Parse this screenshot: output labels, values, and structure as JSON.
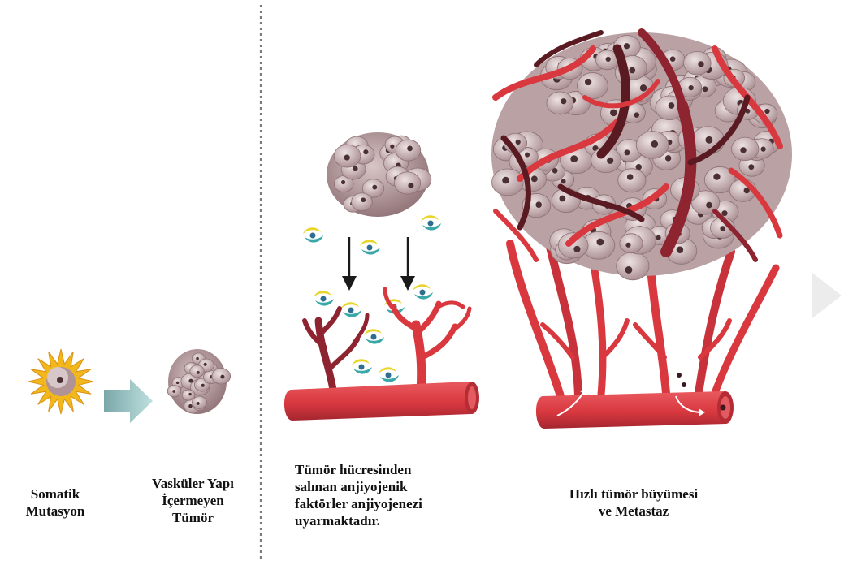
{
  "captions": {
    "somatic": [
      "Somatik",
      "Mutasyon"
    ],
    "avascular": [
      "Vasküler Yapı",
      "İçermeyen",
      "Tümör"
    ],
    "angiogenic": [
      "Tümör hücresinden",
      "salınan anjiyojenik",
      "faktörler anjiyojenezi",
      "uyarmaktadır."
    ],
    "growth": [
      "Hızlı tümör büyümesi",
      "ve Metastaz"
    ]
  },
  "colors": {
    "vessel": "#d9383f",
    "vessel_dark": "#8e2430",
    "vessel_maroon": "#5a1a22",
    "cell_fill": "#c9b4b6",
    "cell_edge": "#8c7275",
    "nucleus": "#4a3032",
    "star": "#f2b71a",
    "arrow": "#8fb9b9",
    "factor_yellow": "#e9d52a",
    "factor_teal": "#3aa7a9",
    "divider": "#7a7a7a"
  },
  "icons": [
    "mutation-star-icon",
    "progression-arrow-icon",
    "growth-factor-icon",
    "down-arrow-icon"
  ]
}
